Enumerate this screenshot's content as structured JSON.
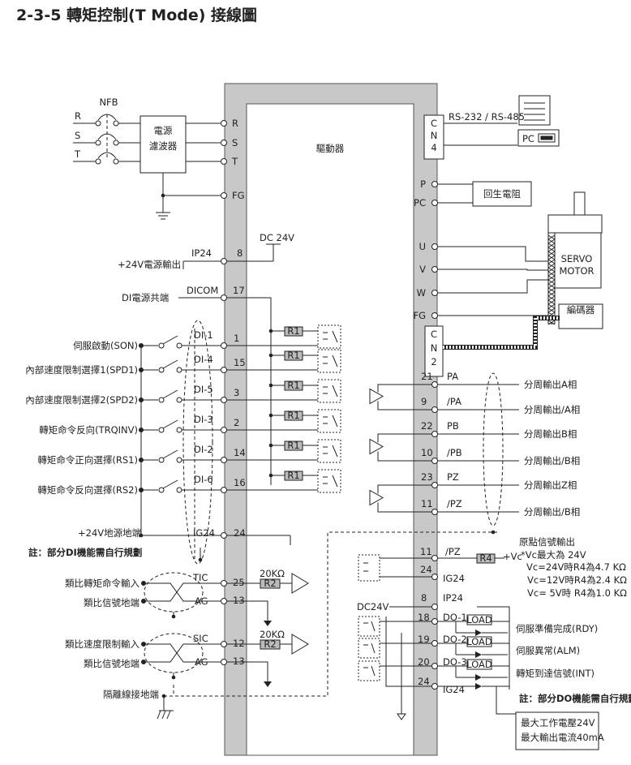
{
  "title": "2-3-5  轉矩控制(T Mode) 接線圖",
  "drive_label": "驅動器",
  "nfb": "NFB",
  "phases": [
    "R",
    "S",
    "T"
  ],
  "filter": [
    "電源",
    "濾波器"
  ],
  "fg": "FG",
  "comm": {
    "label": "RS-232 / RS-485",
    "pc": "PC",
    "cn": [
      "C",
      "N",
      "4"
    ]
  },
  "regen": {
    "pins": [
      "P",
      "PC"
    ],
    "resistor": "回生電阻"
  },
  "motor": {
    "pins": [
      "U",
      "V",
      "W",
      "FG"
    ],
    "name": [
      "SERVO",
      "MOTOR"
    ],
    "encoder": "編碼器",
    "cn": [
      "C",
      "N",
      "2"
    ]
  },
  "dc24v_top": "DC 24V",
  "ip24": {
    "label": "+24V電源輸出",
    "pin_name": "IP24",
    "pin": "8"
  },
  "dicom": {
    "label": "DI電源共端",
    "pin_name": "DICOM",
    "pin": "17"
  },
  "di": [
    {
      "label": "伺服啟動(SON)",
      "name": "DI-1",
      "pin": "1"
    },
    {
      "label": "內部速度限制選擇1(SPD1)",
      "name": "DI-4",
      "pin": "15"
    },
    {
      "label": "內部速度限制選擇2(SPD2)",
      "name": "DI-5",
      "pin": "3"
    },
    {
      "label": "轉矩命令反向(TRQINV)",
      "name": "DI-3",
      "pin": "2"
    },
    {
      "label": "轉矩命令正向選擇(RS1)",
      "name": "DI-2",
      "pin": "14"
    },
    {
      "label": "轉矩命令反向選擇(RS2)",
      "name": "DI-6",
      "pin": "16"
    }
  ],
  "r1": "R1",
  "ig24": {
    "label": "+24V地源地端",
    "name": "IG24",
    "pin": "24"
  },
  "note_di": "註：部分DI機能需自行規劃",
  "analog": [
    {
      "label1": "類比轉矩命令輸入",
      "label2": "類比信號地端",
      "sig": "TIC",
      "sig_pin": "25",
      "gnd": "AG",
      "gnd_pin": "13",
      "res": "20KΩ",
      "r": "R2"
    },
    {
      "label1": "類比速度限制輸入",
      "label2": "類比信號地端",
      "sig": "SIC",
      "sig_pin": "12",
      "gnd": "AG",
      "gnd_pin": "13",
      "res": "20KΩ",
      "r": "R2"
    }
  ],
  "shield_gnd": "隔離線接地端",
  "pulse_out": [
    {
      "pin": "21",
      "name": "PA",
      "label": "分周輸出A相"
    },
    {
      "pin": "9",
      "name": "/PA",
      "label": "分周輸出/A相"
    },
    {
      "pin": "22",
      "name": "PB",
      "label": "分周輸出B相"
    },
    {
      "pin": "10",
      "name": "/PB",
      "label": "分周輸出/B相"
    },
    {
      "pin": "23",
      "name": "PZ",
      "label": "分周輸出Z相"
    },
    {
      "pin": "11",
      "name": "/PZ",
      "label": "分周輸出/B相"
    }
  ],
  "oc": {
    "pin1": "11",
    "name1": "/PZ",
    "pin2": "24",
    "name2": "IG24",
    "r": "R4",
    "vc": "+Vc",
    "notes": [
      "原點信號輸出",
      "*Vc最大為 24V",
      "Vc=24V時R4為4.7 KΩ",
      "Vc=12V時R4為2.4 KΩ",
      "Vc= 5V時 R4為1.0 KΩ"
    ]
  },
  "do_power": {
    "label": "DC24V",
    "pin": "8",
    "name": "IP24"
  },
  "do": [
    {
      "pin": "18",
      "name": "DO-1",
      "label": "伺服準備完成(RDY)"
    },
    {
      "pin": "19",
      "name": "DO-2",
      "label": "伺服異常(ALM)"
    },
    {
      "pin": "20",
      "name": "DO-3",
      "label": "轉矩到達信號(INT)"
    }
  ],
  "do_gnd": {
    "pin": "24",
    "name": "IG24"
  },
  "load": "LOAD",
  "note_do": "註：部分DO機能需自行規劃",
  "max_box": [
    "最大工作電壓24V",
    "最大輸出電流40mA"
  ],
  "colors": {
    "gray": "#c8c8c8",
    "line": "#222222"
  }
}
